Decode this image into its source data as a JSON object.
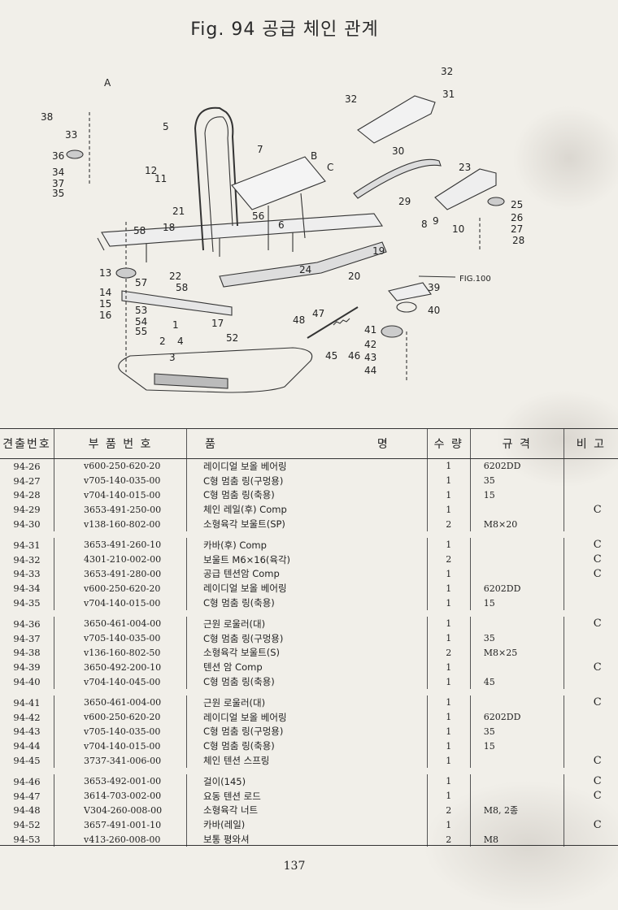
{
  "figure": {
    "title": "Fig. 94  공급 체인 관계"
  },
  "diagram": {
    "callouts": [
      "A",
      "B",
      "C",
      "1",
      "2",
      "3",
      "4",
      "5",
      "6",
      "7",
      "8",
      "9",
      "10",
      "11",
      "12",
      "13",
      "14",
      "15",
      "16",
      "17",
      "18",
      "19",
      "20",
      "21",
      "22",
      "23",
      "24",
      "25",
      "26",
      "27",
      "28",
      "29",
      "30",
      "31",
      "32",
      "33",
      "34",
      "35",
      "36",
      "37",
      "38",
      "39",
      "40",
      "41",
      "42",
      "43",
      "44",
      "45",
      "46",
      "47",
      "48",
      "52",
      "53",
      "54",
      "55",
      "56",
      "57",
      "58"
    ],
    "reference": "FIG.100"
  },
  "table": {
    "headers": {
      "ref": "견출번호",
      "part_no": "부 품 번 호",
      "name_1": "품",
      "name_2": "명",
      "qty": "수 량",
      "spec": "규  격",
      "note": "비  고"
    },
    "groups": [
      [
        {
          "ref": "94-26",
          "part_no": "v600-250-620-20",
          "name": "레이디얼 보올 베어링",
          "qty": "1",
          "spec": "6202DD",
          "note": ""
        },
        {
          "ref": "94-27",
          "part_no": "v705-140-035-00",
          "name": "C형 멈춤 링(구멍용)",
          "qty": "1",
          "spec": "35",
          "note": ""
        },
        {
          "ref": "94-28",
          "part_no": "v704-140-015-00",
          "name": "C형 멈춤 링(축용)",
          "qty": "1",
          "spec": "15",
          "note": ""
        },
        {
          "ref": "94-29",
          "part_no": "3653-491-250-00",
          "name": "체인 레일(후) Comp",
          "qty": "1",
          "spec": "",
          "note": "C"
        },
        {
          "ref": "94-30",
          "part_no": "v138-160-802-00",
          "name": "소형육각 보울트(SP)",
          "qty": "2",
          "spec": "M8×20",
          "note": ""
        }
      ],
      [
        {
          "ref": "94-31",
          "part_no": "3653-491-260-10",
          "name": "카바(후) Comp",
          "qty": "1",
          "spec": "",
          "note": "C"
        },
        {
          "ref": "94-32",
          "part_no": "4301-210-002-00",
          "name": "보울트 M6×16(육각)",
          "qty": "2",
          "spec": "",
          "note": "C"
        },
        {
          "ref": "94-33",
          "part_no": "3653-491-280-00",
          "name": "공급 텐션암 Comp",
          "qty": "1",
          "spec": "",
          "note": "C"
        },
        {
          "ref": "94-34",
          "part_no": "v600-250-620-20",
          "name": "레이디얼 보올 베어링",
          "qty": "1",
          "spec": "6202DD",
          "note": ""
        },
        {
          "ref": "94-35",
          "part_no": "v704-140-015-00",
          "name": "C형 멈춤 링(축용)",
          "qty": "1",
          "spec": "15",
          "note": ""
        }
      ],
      [
        {
          "ref": "94-36",
          "part_no": "3650-461-004-00",
          "name": "근원 로울러(대)",
          "qty": "1",
          "spec": "",
          "note": "C"
        },
        {
          "ref": "94-37",
          "part_no": "v705-140-035-00",
          "name": "C형 멈춤 링(구멍용)",
          "qty": "1",
          "spec": "35",
          "note": ""
        },
        {
          "ref": "94-38",
          "part_no": "v136-160-802-50",
          "name": "소형육각 보울트(S)",
          "qty": "2",
          "spec": "M8×25",
          "note": ""
        },
        {
          "ref": "94-39",
          "part_no": "3650-492-200-10",
          "name": "텐션 암 Comp",
          "qty": "1",
          "spec": "",
          "note": "C"
        },
        {
          "ref": "94-40",
          "part_no": "v704-140-045-00",
          "name": "C형 멈춤 링(축용)",
          "qty": "1",
          "spec": "45",
          "note": ""
        }
      ],
      [
        {
          "ref": "94-41",
          "part_no": "3650-461-004-00",
          "name": "근원 로울러(대)",
          "qty": "1",
          "spec": "",
          "note": "C"
        },
        {
          "ref": "94-42",
          "part_no": "v600-250-620-20",
          "name": "레이디얼 보올 베어링",
          "qty": "1",
          "spec": "6202DD",
          "note": ""
        },
        {
          "ref": "94-43",
          "part_no": "v705-140-035-00",
          "name": "C형 멈춤 링(구멍용)",
          "qty": "1",
          "spec": "35",
          "note": ""
        },
        {
          "ref": "94-44",
          "part_no": "v704-140-015-00",
          "name": "C형 멈춤 링(축용)",
          "qty": "1",
          "spec": "15",
          "note": ""
        },
        {
          "ref": "94-45",
          "part_no": "3737-341-006-00",
          "name": "체인 텐션 스프링",
          "qty": "1",
          "spec": "",
          "note": "C"
        }
      ],
      [
        {
          "ref": "94-46",
          "part_no": "3653-492-001-00",
          "name": "걸이(145)",
          "qty": "1",
          "spec": "",
          "note": "C"
        },
        {
          "ref": "94-47",
          "part_no": "3614-703-002-00",
          "name": "요동 텐션 로드",
          "qty": "1",
          "spec": "",
          "note": "C"
        },
        {
          "ref": "94-48",
          "part_no": "V304-260-008-00",
          "name": "소형육각 너트",
          "qty": "2",
          "spec": "M8, 2종",
          "note": ""
        },
        {
          "ref": "94-52",
          "part_no": "3657-491-001-10",
          "name": "카바(레일)",
          "qty": "1",
          "spec": "",
          "note": "C"
        },
        {
          "ref": "94-53",
          "part_no": "v413-260-008-00",
          "name": "보통 평와셔",
          "qty": "2",
          "spec": "M8",
          "note": ""
        }
      ]
    ]
  },
  "page": {
    "number": "137"
  }
}
